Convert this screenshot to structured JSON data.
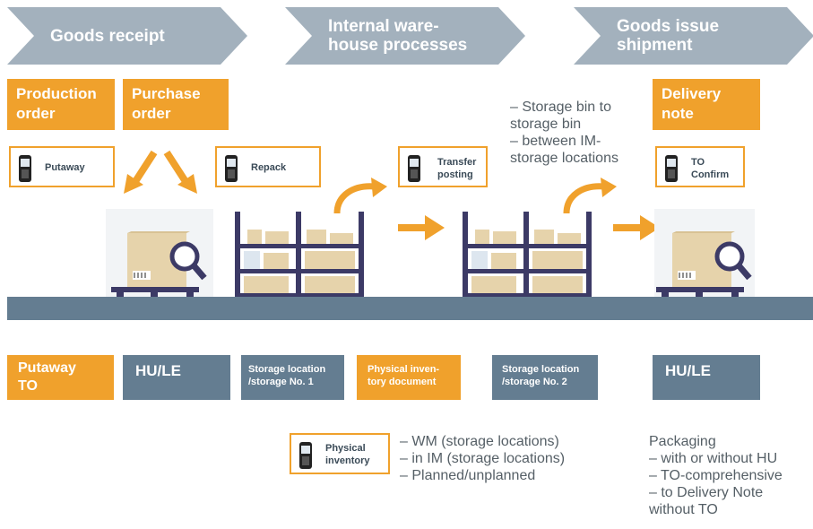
{
  "phases": [
    {
      "label": "Goods receipt"
    },
    {
      "label": "Internal ware-\nhouse processes"
    },
    {
      "label": "Goods issue\nshipment"
    }
  ],
  "orange_boxes_top": [
    {
      "label": "Production\norder"
    },
    {
      "label": "Purchase\norder"
    },
    {
      "label": "Delivery\nnote"
    }
  ],
  "terminals": [
    {
      "label": "Putaway",
      "icon": "handheld-scanner-icon"
    },
    {
      "label": "Repack",
      "icon": "handheld-scanner-icon"
    },
    {
      "label": "Transfer\nposting",
      "icon": "handheld-scanner-icon"
    },
    {
      "label": "TO\nConfirm",
      "icon": "handheld-scanner-icon"
    },
    {
      "label": "Physical\ninventory",
      "icon": "handheld-scanner-icon"
    }
  ],
  "notes": {
    "transfer": "– Storage bin to\n   storage bin\n– between IM-\n   storage locations",
    "inventory": "– WM (storage locations)\n– in IM (storage locations)\n– Planned/unplanned",
    "packaging": "Packaging\n– with or without HU\n– TO-comprehensive\n– to Delivery Note\n   without TO"
  },
  "bottom_boxes": [
    {
      "label": "Putaway\nTO",
      "style": "orange"
    },
    {
      "label": "HU/LE",
      "style": "gray"
    },
    {
      "label": "Storage location\n/storage No. 1",
      "style": "gray"
    },
    {
      "label": "Physical inven-\ntory document",
      "style": "orange"
    },
    {
      "label": "Storage location\n/storage No. 2",
      "style": "gray"
    },
    {
      "label": "HU/LE",
      "style": "gray"
    }
  ],
  "colors": {
    "orange": "#f0a12c",
    "gray": "#647d91",
    "chevron": "#a3b1bd",
    "box_tan": "#e6d3ab",
    "shelf": "#3c3a66"
  }
}
